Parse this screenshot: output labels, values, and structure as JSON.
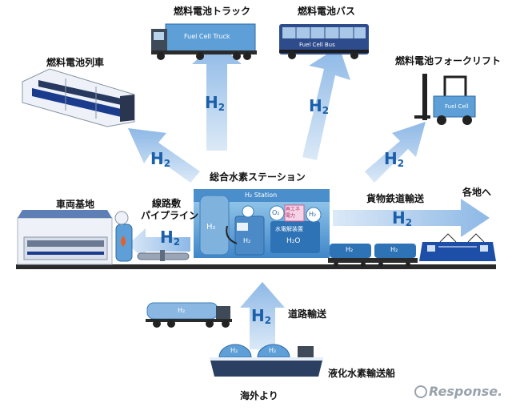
{
  "labels": {
    "truck": "燃料電池トラック",
    "bus": "燃料電池バス",
    "train": "燃料電池列車",
    "forklift": "燃料電池フォークリフト",
    "station": "総合水素ステーション",
    "depot": "車両基地",
    "pipeline_line1": "線路敷",
    "pipeline_line2": "パイプライン",
    "freight": "貨物鉄道輸送",
    "everywhere": "各地へ",
    "road": "道路輸送",
    "ship": "液化水素輸送船",
    "overseas": "海外より"
  },
  "h2": {
    "main": "H",
    "sub": "2"
  },
  "vehicle_text": {
    "truck_side": "Fuel Cell Truck",
    "bus_side": "Fuel Cell Bus",
    "forklift_side": "Fuel Cell"
  },
  "station_text": {
    "sign": "H₂ Station",
    "tank": "H₂",
    "dispenser": "H₂",
    "o2": "O₂",
    "renewable": "再エネ電力",
    "h2_bubble": "H₂",
    "electrolysis": "水電解装置",
    "h2o": "H₂O"
  },
  "cargo_text": {
    "tank_a": "H₂",
    "tank_b": "H₂",
    "lorry": "H₂",
    "sphere_a": "H₂",
    "sphere_b": "H₂"
  },
  "watermark": "Response."
}
